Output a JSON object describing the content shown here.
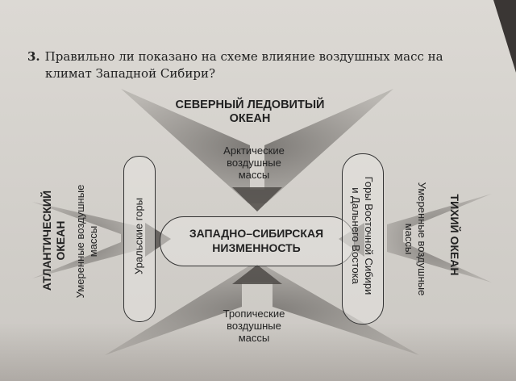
{
  "question": {
    "number": "3.",
    "line1": "Правильно ли показано на схеме влияние воздушных масс на",
    "line2": "климат Западной Сибири?"
  },
  "north": {
    "ocean_line1": "СЕВЕРНЫЙ ЛЕДОВИТЫЙ",
    "ocean_line2": "ОКЕАН",
    "mass_line1": "Арктические",
    "mass_line2": "воздушные",
    "mass_line3": "массы"
  },
  "west": {
    "ocean_line1": "АТЛАНТИЧЕСКИЙ",
    "ocean_line2": "ОКЕАН",
    "mass_line1": "Умеренные воздушные",
    "mass_line2": "массы",
    "mountains": "Уральские горы"
  },
  "east": {
    "ocean": "ТИХИЙ ОКЕАН",
    "mass_line1": "Умеренные воздушные",
    "mass_line2": "массы",
    "mountains_line1": "Горы Восточной Сибири",
    "mountains_line2": "и Дальнего Востока"
  },
  "south": {
    "mass_line1": "Тропические",
    "mass_line2": "воздушные",
    "mass_line3": "массы"
  },
  "center": {
    "line1": "ЗАПАДНО–СИБИРСКАЯ",
    "line2": "НИЗМЕННОСТЬ"
  },
  "colors": {
    "arrow": "#5b5855",
    "text": "#222222",
    "paper": "#d8d5d0"
  }
}
